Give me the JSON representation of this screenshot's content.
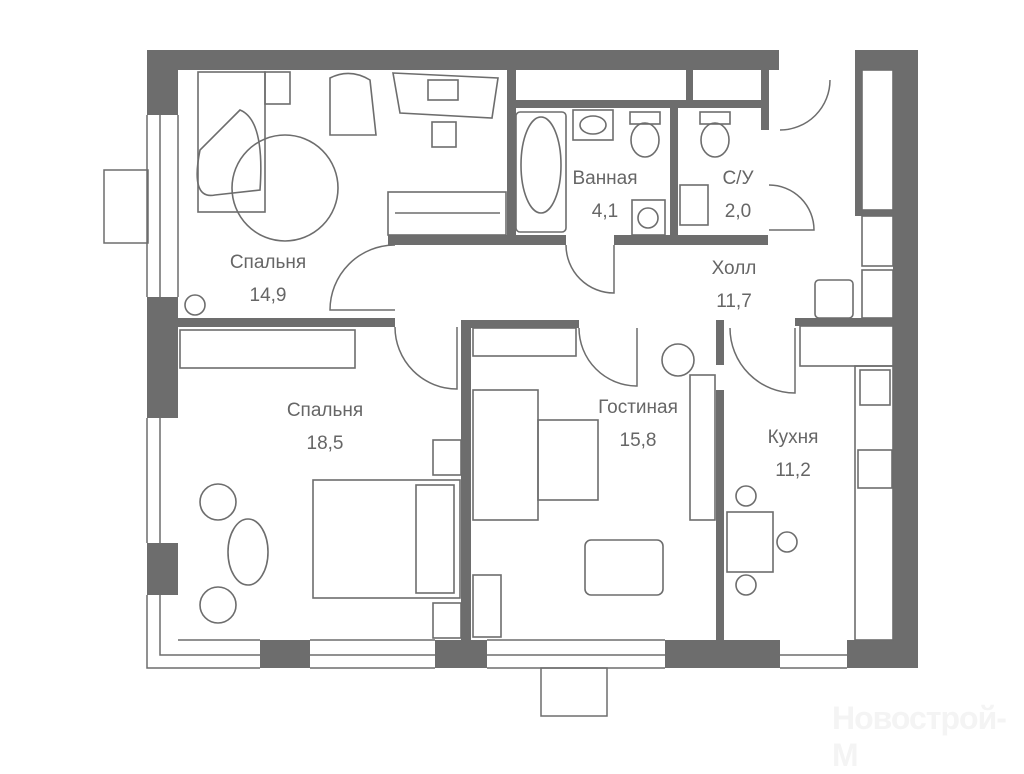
{
  "rooms": [
    {
      "name": "Спальня",
      "area": "14,9"
    },
    {
      "name": "Ванная",
      "area": "4,1"
    },
    {
      "name": "С/У",
      "area": "2,0"
    },
    {
      "name": "Холл",
      "area": "11,7"
    },
    {
      "name": "Спальня",
      "area": "18,5"
    },
    {
      "name": "Гостиная",
      "area": "15,8"
    },
    {
      "name": "Кухня",
      "area": "11,2"
    }
  ],
  "watermark": "Новострой-М",
  "colors": {
    "wall": "#6d6d6d",
    "text": "#666666"
  }
}
